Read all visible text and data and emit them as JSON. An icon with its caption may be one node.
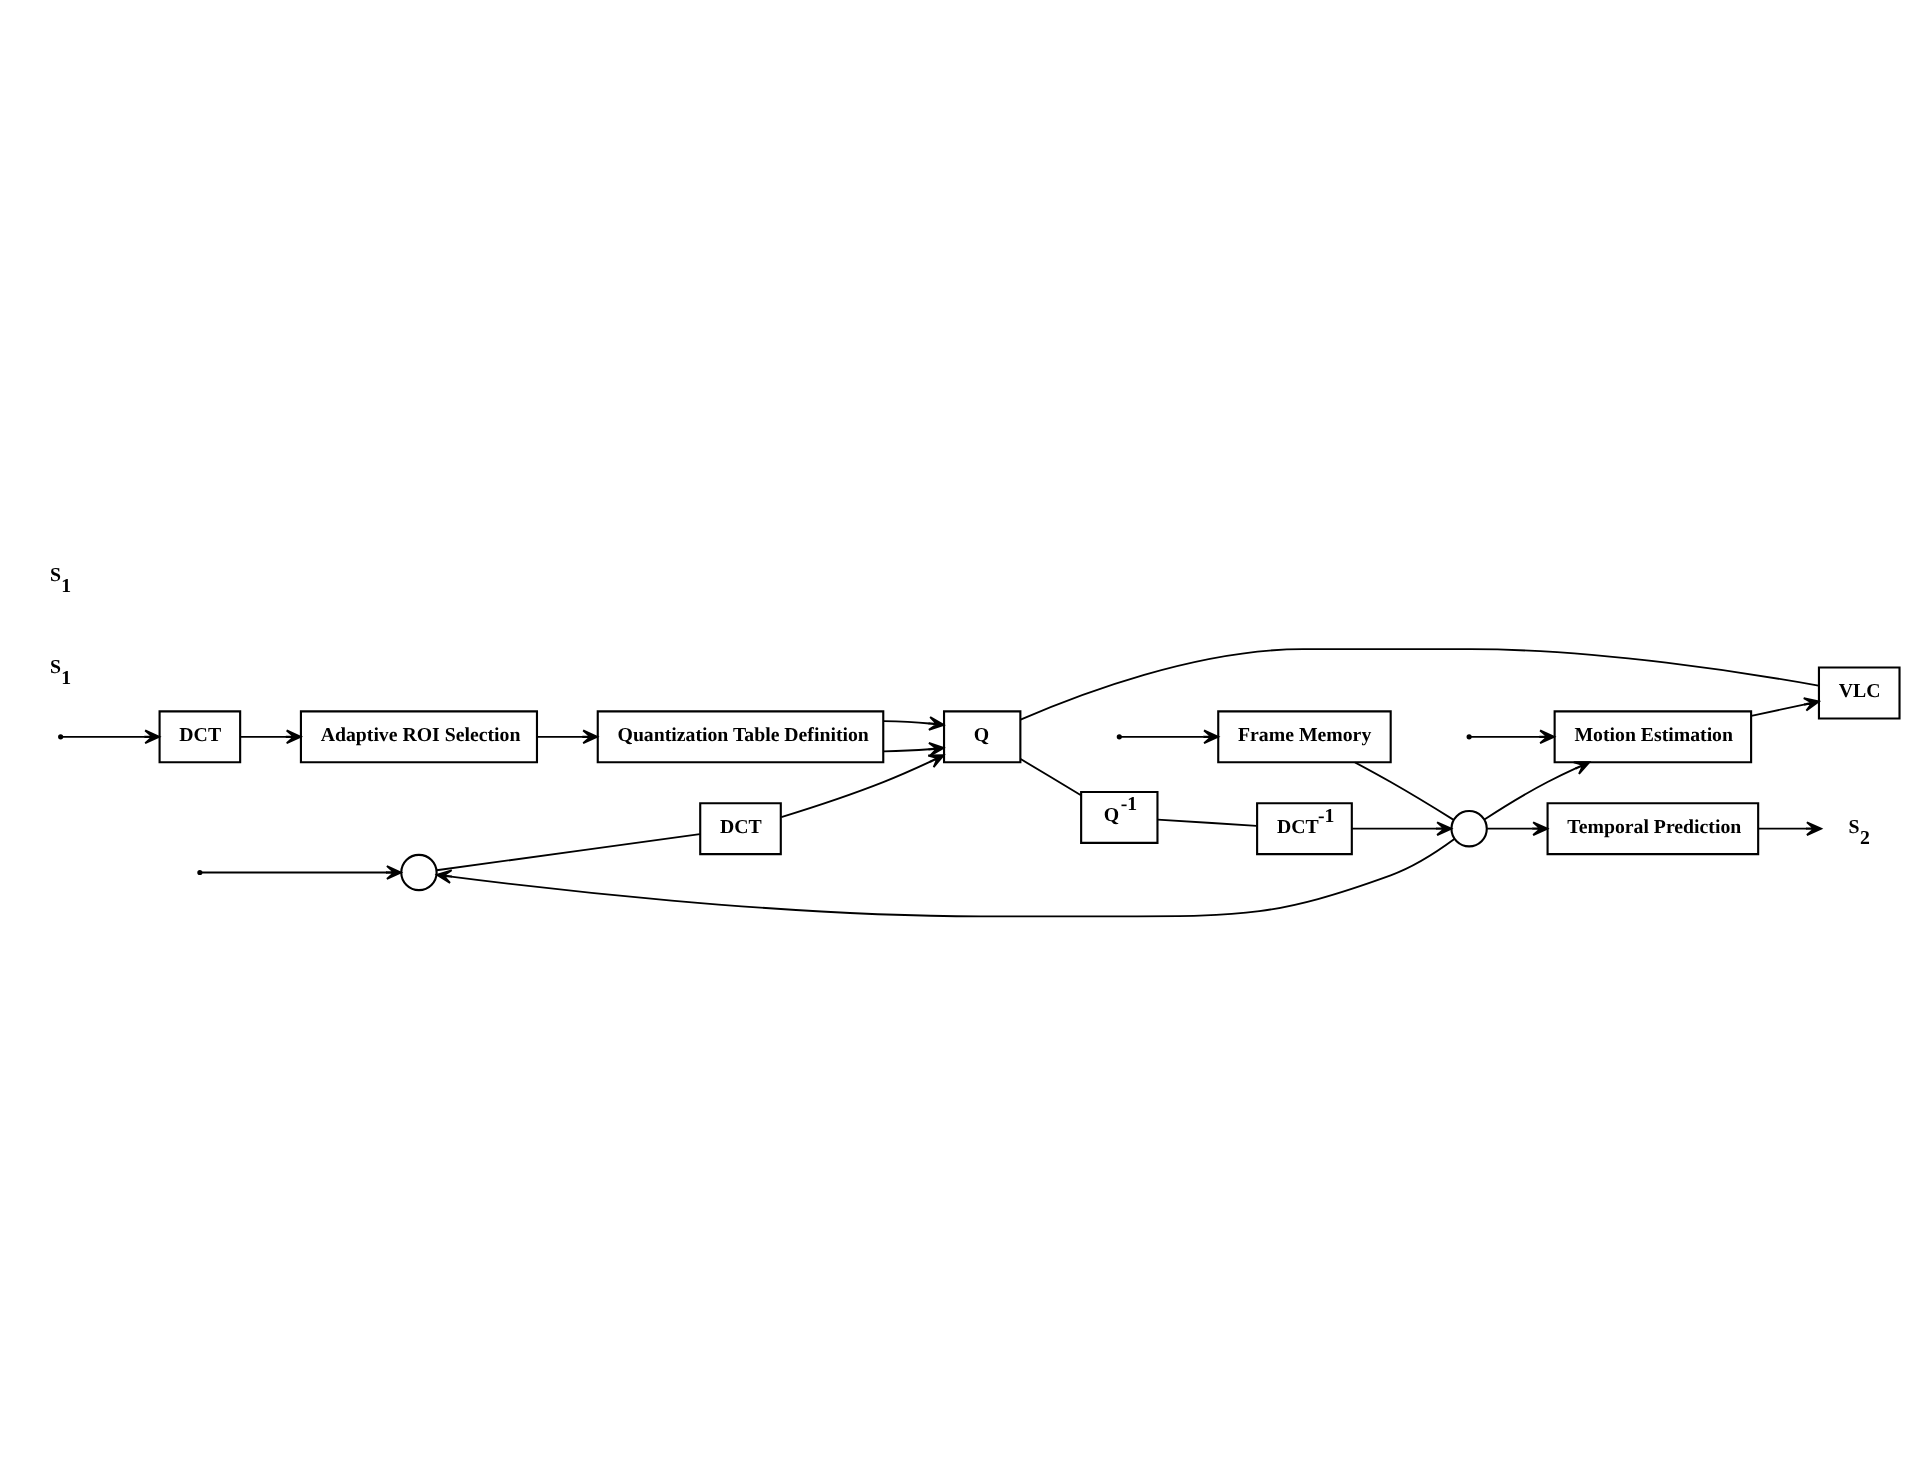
{
  "diagram": {
    "nodes": [
      {
        "text": [],
        "shape": "circle"
      },
      {
        "text": [
          "DCT"
        ]
      },
      {
        "text": [
          "Q"
        ]
      },
      {
        "text": [
          "VLC"
        ]
      },
      {
        "text": [
          "Quantization Table Definition"
        ]
      },
      {
        "text": [
          "Q$^{-1}$"
        ]
      },
      {
        "text": [
          "DCT"
        ]
      },
      {
        "text": [
          "Adaptive ROI Selection"
        ]
      },
      {
        "text": [
          "DCT$^{-1}$"
        ]
      },
      {
        "text": [],
        "shape": "circle"
      },
      {
        "text": [
          "Frame Memory"
        ]
      },
      {
        "text": [
          "Temporal Prediction"
        ]
      },
      {
        "text": [
          "Motion Estimation"
        ]
      },
      {
        "text": [
          "S$_{2}$"
        ]
      }
    ],
    "edges": [
      {
        "from": null,
        "to": 0,
        "arrow": "to"
      },
      {
        "from": null,
        "to": 6,
        "arrow": "to"
      },
      {
        "from": null,
        "to": 10,
        "arrow": "to"
      },
      {
        "from": null,
        "to": 12,
        "arrow": "to"
      },
      {
        "from": 0,
        "to": 1,
        "arrow": "none"
      },
      {
        "from": 1,
        "to": 2,
        "arrow": "to"
      },
      {
        "from": 4,
        "to": 2,
        "arrow": "to"
      },
      {
        "from": 4,
        "to": 2,
        "arrow": "to"
      },
      {
        "from": 7,
        "to": 4,
        "arrow": "to"
      },
      {
        "from": 6,
        "to": 7,
        "arrow": "to"
      },
      {
        "from": 2,
        "to": 3,
        "arrow": "none"
      },
      {
        "from": 2,
        "to": 5,
        "arrow": "none"
      },
      {
        "from": 5,
        "to": 8,
        "arrow": "none"
      },
      {
        "from": 8,
        "to": 9,
        "arrow": "to"
      },
      {
        "from": 9,
        "to": 0,
        "arrow": "to"
      },
      {
        "from": 9,
        "to": 11,
        "arrow": "to"
      },
      {
        "from": 9,
        "to": 12,
        "arrow": "to"
      },
      {
        "from": 10,
        "to": 9,
        "arrow": "none"
      },
      {
        "from": 11,
        "to": 13,
        "arrow": "to"
      },
      {
        "from": 12,
        "to": 3,
        "arrow": "to"
      }
    ],
    "labels": [
      "S$_{1}$",
      "S$_{1}$"
    ]
  }
}
